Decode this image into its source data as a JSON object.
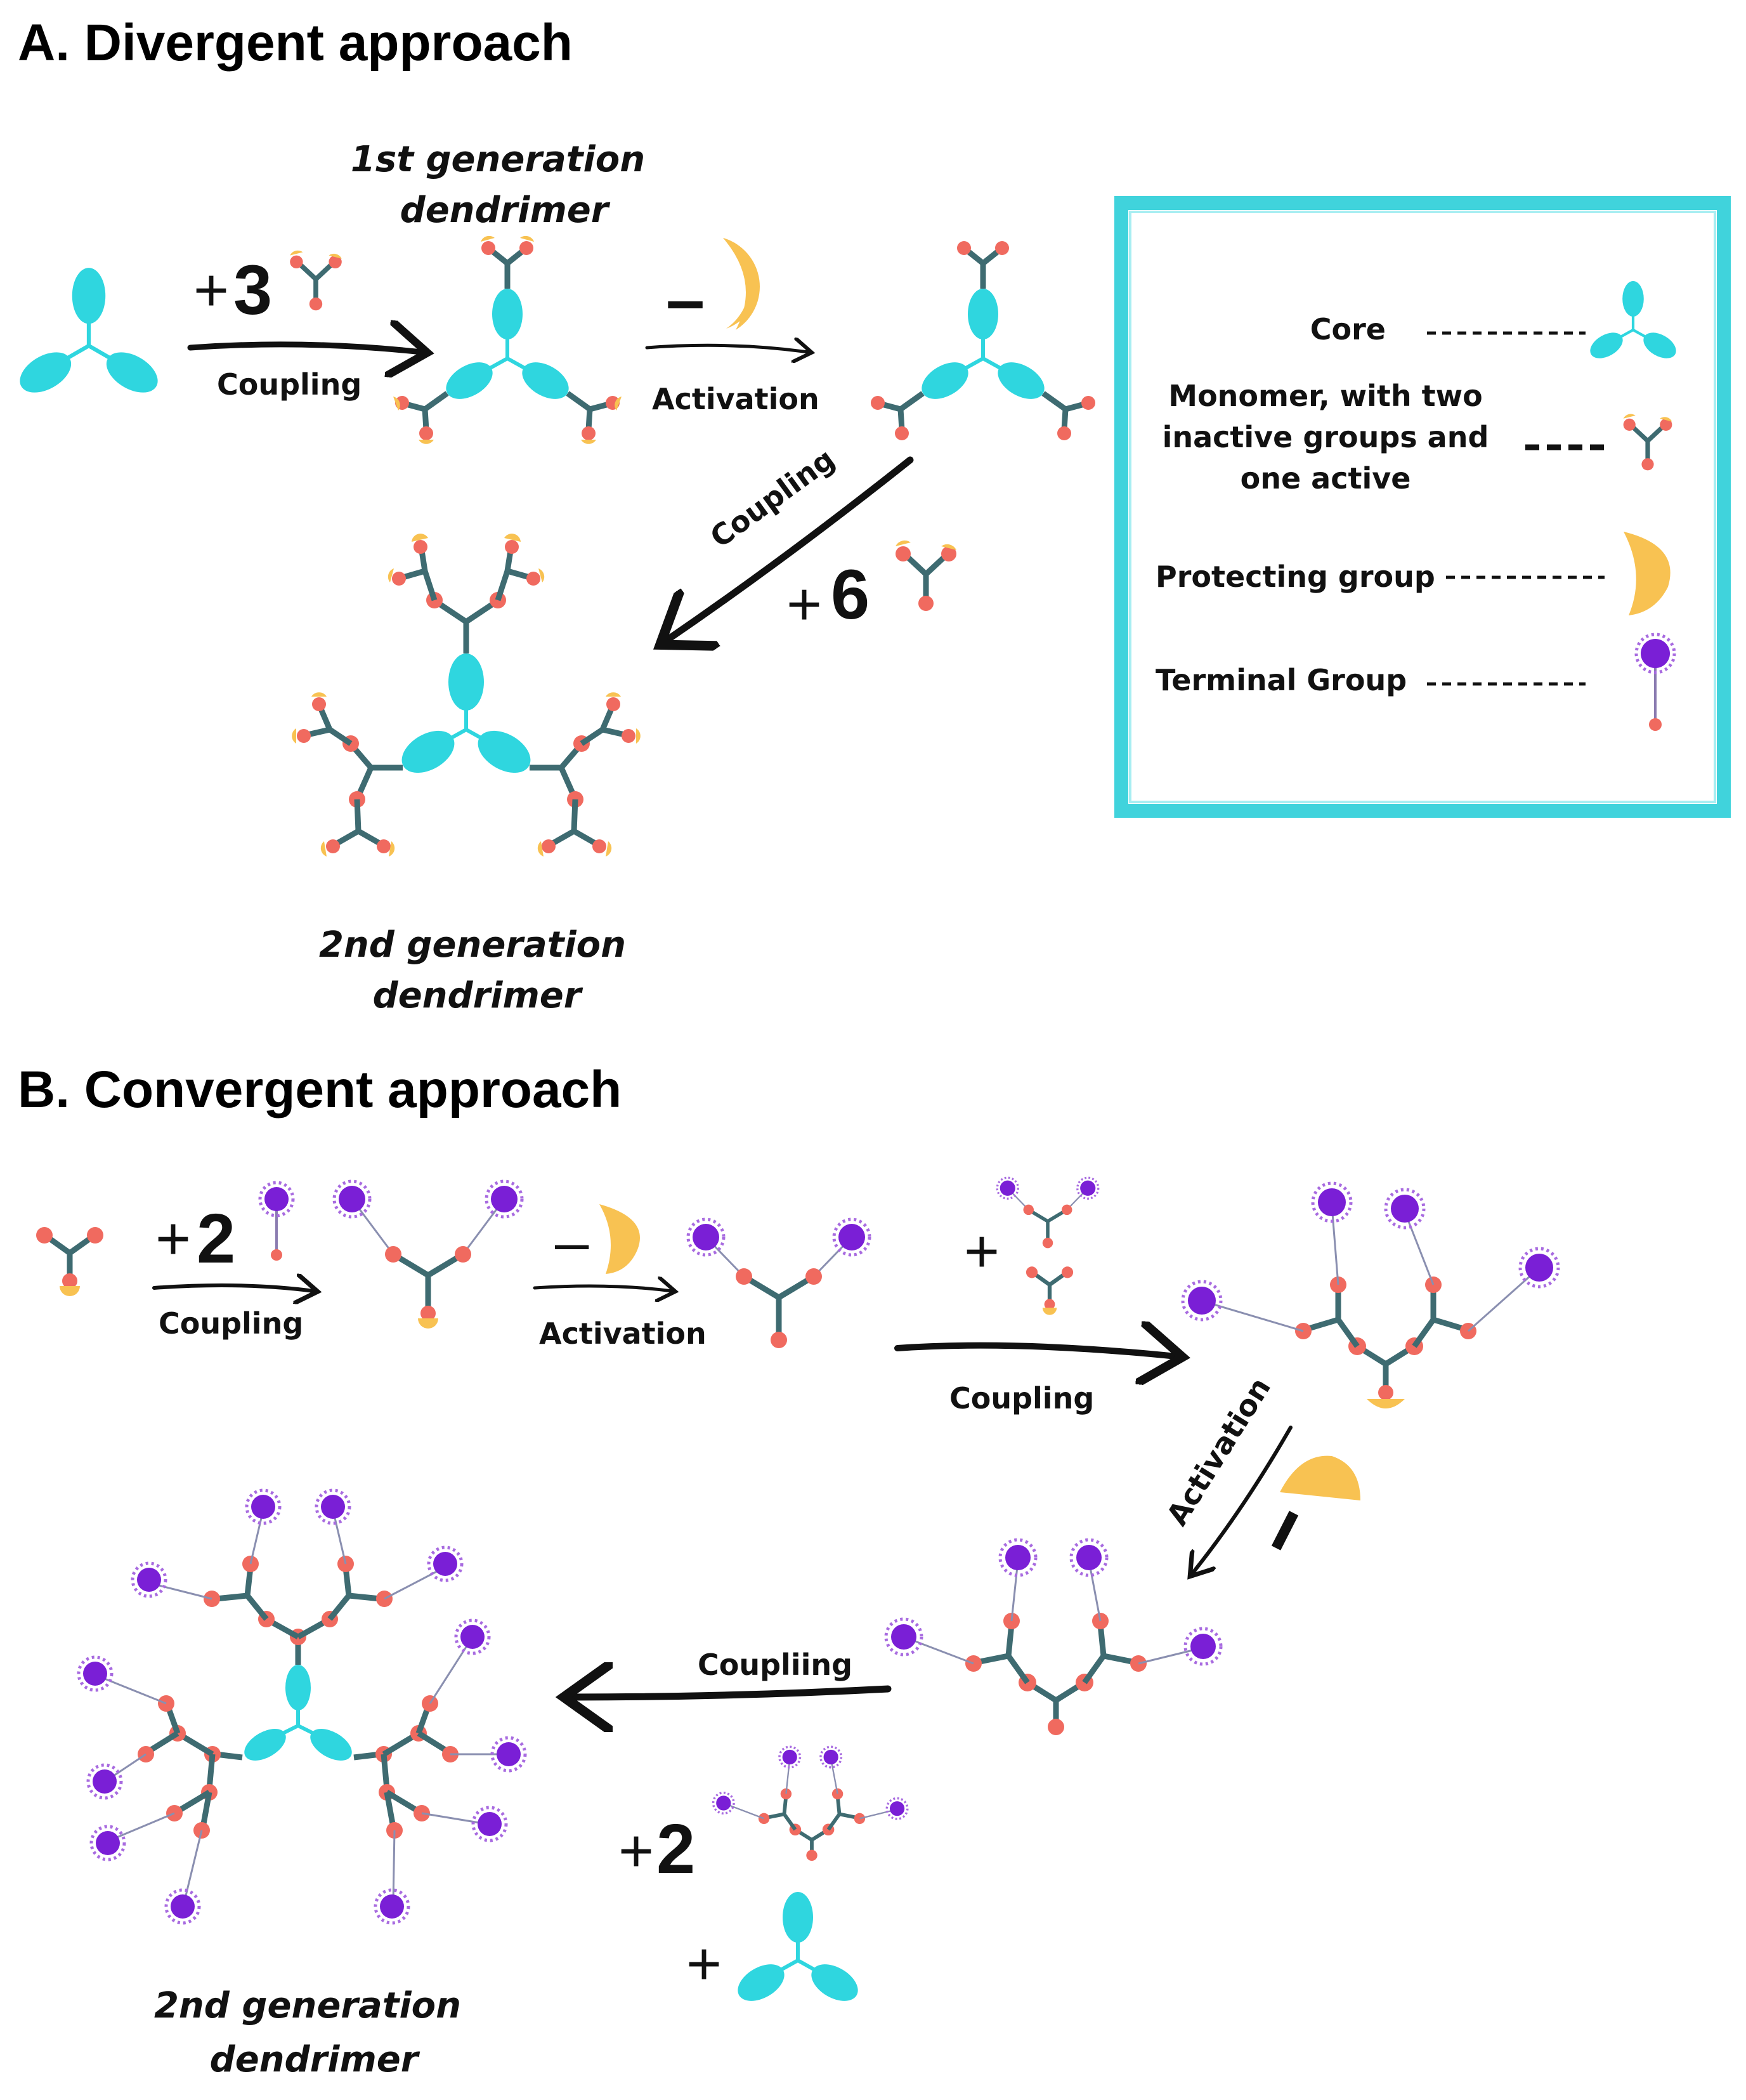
{
  "section_a": {
    "title": "A. Divergent approach",
    "first_gen_line1": "1st generation",
    "first_gen_line2": "dendrimer",
    "plus_three_op": "+",
    "plus_three_num": "3",
    "coupling_label": "Coupling",
    "minus_op": "–",
    "activation_label": "Activation",
    "coupling_diag_label": "Coupling",
    "plus_six_op": "+",
    "plus_six_num": "6",
    "second_gen_line1": "2nd generation",
    "second_gen_line2": "dendrimer"
  },
  "legend": {
    "core": "Core",
    "monomer_line1": "Monomer, with two",
    "monomer_line2": "inactive groups and",
    "monomer_line3": "one active",
    "protecting": "Protecting group",
    "terminal": "Terminal Group"
  },
  "section_b": {
    "title": "B. Convergent approach",
    "plus_two_op": "+",
    "plus_two_num": "2",
    "coupling1_label": "Coupling",
    "minus_op": "–",
    "activation1_label": "Activation",
    "plus_op": "+",
    "coupling2_label": "Coupling",
    "activation2_label": "Activation",
    "coupling3_label": "Coupliing",
    "plus_two_b_op": "+",
    "plus_two_b_num": "2",
    "plus_core_op": "+",
    "second_gen_line1": "2nd generation",
    "second_gen_line2": "dendrimer"
  },
  "colors": {
    "core": "#2fd6df",
    "bond": "#3e6b71",
    "node": "#f06a5f",
    "protect": "#f8c252",
    "terminal": "#7a1fd6",
    "legend_border": "#40d3dc"
  },
  "icons": {
    "core": "core-icon",
    "monomer": "monomer-icon",
    "protecting": "protecting-group-icon",
    "terminal": "terminal-group-icon"
  }
}
